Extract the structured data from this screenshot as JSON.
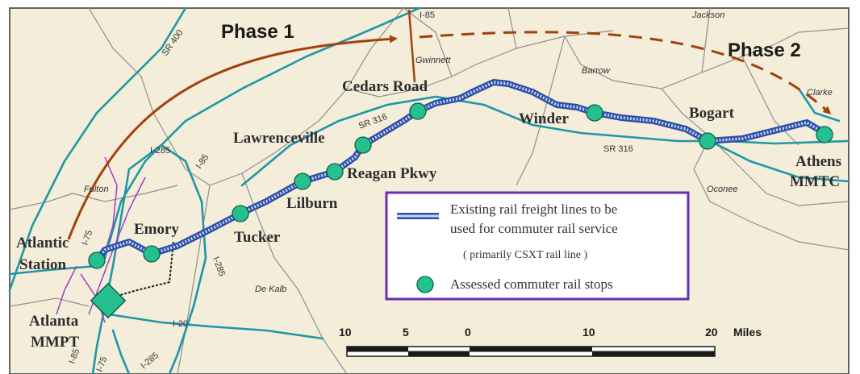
{
  "map": {
    "colors": {
      "land": "#f3edd9",
      "county_line": "#8f8f8f",
      "highway": "#1f97a6",
      "rail_dark": "#2c4fa8",
      "rail_light": "#c9d6f2",
      "stop_fill": "#25c090",
      "stop_stroke": "#0d5e46",
      "mmpt_fill": "#25c090",
      "phase1_arrow": "#a1410d",
      "phase_2_arrow": "#a1410d",
      "legend_border": "#6a2bb5",
      "purple_lines": "#a03cc4"
    },
    "phases": {
      "phase1": "Phase 1",
      "phase2": "Phase 2"
    },
    "stops": [
      {
        "id": "atlantic-station",
        "lines": [
          "Atlantic",
          "Station"
        ]
      },
      {
        "id": "emory",
        "lines": [
          "Emory"
        ]
      },
      {
        "id": "tucker",
        "lines": [
          "Tucker"
        ]
      },
      {
        "id": "lilburn",
        "lines": [
          "Lilburn"
        ]
      },
      {
        "id": "reagan-pkwy",
        "lines": [
          "Reagan Pkwy"
        ]
      },
      {
        "id": "lawrenceville",
        "lines": [
          "Lawrenceville"
        ]
      },
      {
        "id": "cedars-road",
        "lines": [
          "Cedars Road"
        ]
      },
      {
        "id": "winder",
        "lines": [
          "Winder"
        ]
      },
      {
        "id": "bogart",
        "lines": [
          "Bogart"
        ]
      },
      {
        "id": "athens-mmtc",
        "lines": [
          "Athens",
          "MMTC"
        ]
      }
    ],
    "hub": {
      "lines": [
        "Atlanta",
        "MMPT"
      ]
    },
    "counties": {
      "jackson": "Jackson",
      "gwinnett": "Gwinnett",
      "barrow": "Barrow",
      "clarke": "Clarke",
      "fulton": "Fulton",
      "oconee": "Oconee",
      "dekalb": "De Kalb"
    },
    "roads": {
      "sr400": "SR 400",
      "i85_top": "I-85",
      "i85_mid": "I-85",
      "sr316_a": "SR 316",
      "sr316_b": "SR 316",
      "i285_a": "I-285",
      "i285_b": "I-285",
      "i285_c": "I-285",
      "i75_a": "I-75",
      "i75_b": "I-75",
      "i20": "I-20",
      "i85_bottom": "I-85"
    },
    "legend": {
      "rail_line1": "Existing rail freight lines to be",
      "rail_line2": "used for commuter rail service",
      "rail_line3": "( primarily CSXT rail line )",
      "stops": "Assessed commuter rail stops"
    },
    "scale": {
      "labels": [
        "10",
        "5",
        "0",
        "10",
        "20"
      ],
      "unit": "Miles"
    }
  }
}
